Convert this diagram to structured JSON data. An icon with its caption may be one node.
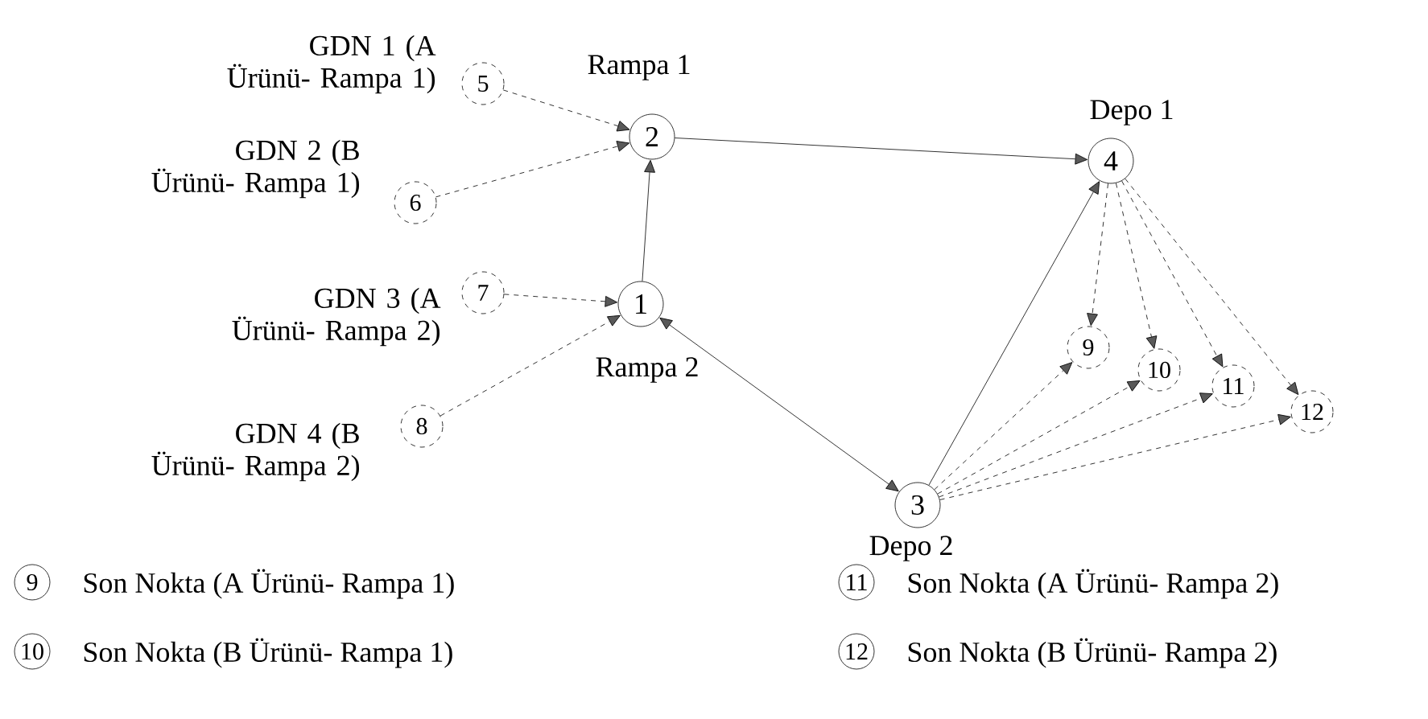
{
  "diagram": {
    "nodes": [
      {
        "text": [
          "1"
        ],
        "beside": [
          "Rampa 2"
        ]
      },
      {
        "text": [
          "2"
        ],
        "beside": [
          "Rampa 1"
        ]
      },
      {
        "text": [
          "3"
        ],
        "beside": [
          "Depo 2"
        ]
      },
      {
        "text": [
          "4"
        ],
        "beside": [
          "Depo 1"
        ]
      },
      {
        "text": [
          "5"
        ],
        "beside": [
          "GDN 1 (A Ürünü- Rampa 1)"
        ]
      },
      {
        "text": [
          "6"
        ],
        "beside": [
          "GDN 2 (B Ürünü- Rampa 1)"
        ]
      },
      {
        "text": [
          "7"
        ],
        "beside": [
          "GDN 3 (A Ürünü- Rampa 2)"
        ]
      },
      {
        "text": [
          "8"
        ],
        "beside": [
          "GDN 4 (B Ürünü- Rampa 2)"
        ]
      },
      {
        "text": [
          "9"
        ]
      },
      {
        "text": [
          "10"
        ]
      },
      {
        "text": [
          "11"
        ]
      },
      {
        "text": [
          "12"
        ]
      },
      {
        "text": [
          "9"
        ],
        "beside": [
          "Son Nokta (A Ürünü- Rampa 1)"
        ]
      },
      {
        "text": [
          "10"
        ],
        "beside": [
          "Son Nokta (B Ürünü- Rampa 1)"
        ]
      },
      {
        "text": [
          "11"
        ],
        "beside": [
          "Son Nokta (A Ürünü- Rampa 2)"
        ]
      },
      {
        "text": [
          "12"
        ],
        "beside": [
          "Son Nokta (B Ürünü- Rampa 2)"
        ]
      }
    ],
    "edges": [
      {
        "from": 4,
        "to": 1,
        "arrow": "to",
        "style": "dashed"
      },
      {
        "from": 5,
        "to": 1,
        "arrow": "to",
        "style": "dashed"
      },
      {
        "from": 0,
        "to": 1,
        "arrow": "to"
      },
      {
        "from": 1,
        "to": 3,
        "arrow": "to"
      },
      {
        "from": 6,
        "to": 0,
        "arrow": "to",
        "style": "dashed"
      },
      {
        "from": 7,
        "to": 0,
        "arrow": "to",
        "style": "dashed"
      },
      {
        "from": 0,
        "to": 2,
        "arrow": "both"
      },
      {
        "from": 2,
        "to": 3,
        "arrow": "to"
      },
      {
        "from": 3,
        "to": 8,
        "arrow": "to",
        "style": "dashed"
      },
      {
        "from": 3,
        "to": 9,
        "arrow": "to",
        "style": "dashed"
      },
      {
        "from": 3,
        "to": 10,
        "arrow": "to",
        "style": "dashed"
      },
      {
        "from": 3,
        "to": 11,
        "arrow": "to",
        "style": "dashed"
      },
      {
        "from": 2,
        "to": 8,
        "arrow": "to",
        "style": "dashed"
      },
      {
        "from": 2,
        "to": 9,
        "arrow": "to",
        "style": "dashed"
      },
      {
        "from": 2,
        "to": 10,
        "arrow": "to",
        "style": "dashed"
      },
      {
        "from": 2,
        "to": 11,
        "arrow": "to",
        "style": "dashed"
      }
    ]
  }
}
